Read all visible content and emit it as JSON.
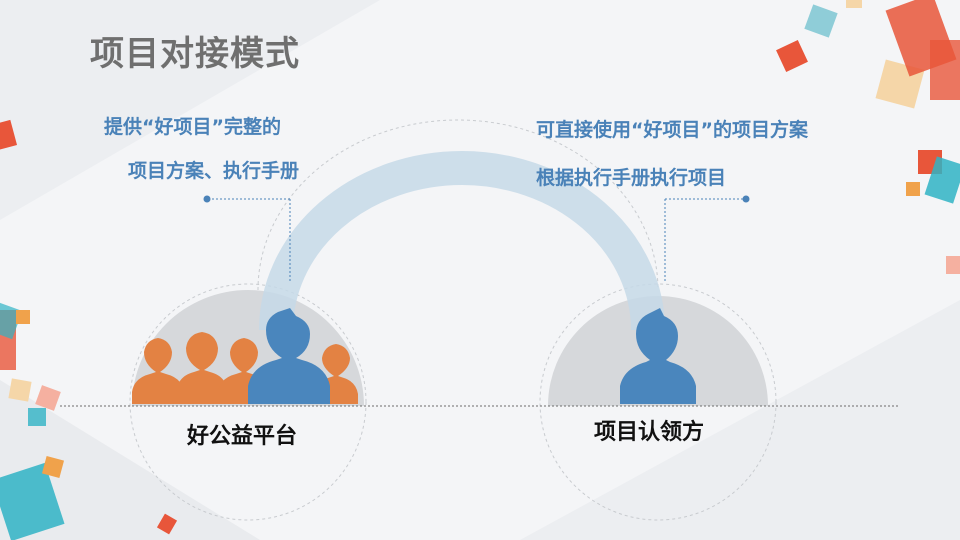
{
  "title": "项目对接模式",
  "left_party": {
    "label": "好公益平台",
    "description_lines": [
      "提供“好项目”完整的",
      "项目方案、执行手册"
    ]
  },
  "right_party": {
    "label": "项目认领方",
    "description_lines": [
      "可直接使用“好项目”的项目方案",
      "根据执行手册执行项目"
    ]
  },
  "colors": {
    "title": "#6f6f6f",
    "description": "#4a82b8",
    "label": "#111111",
    "arc": "#c5d9e8",
    "dome": "#d6d8db",
    "person_blue": "#4a86bd",
    "person_orange": "#e38243",
    "accent_red": "#e8563a",
    "accent_teal": "#2fb3c4",
    "accent_beige": "#f5d6a8"
  },
  "icons": [
    "person-silhouette-icon",
    "person-group-icon"
  ]
}
